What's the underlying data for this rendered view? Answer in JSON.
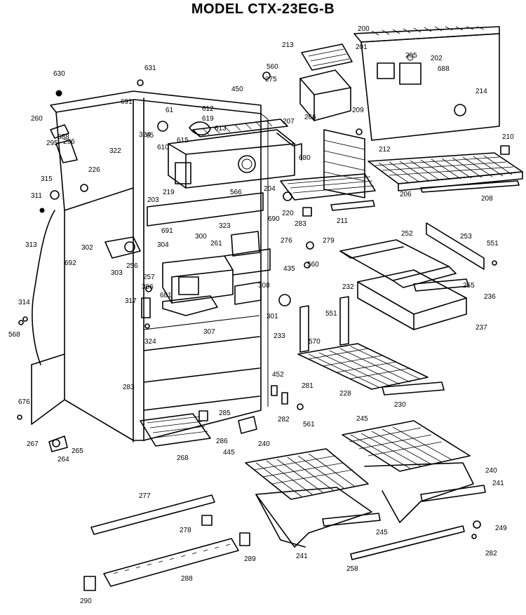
{
  "title": "MODEL CTX-23EG-B",
  "part_labels": [
    "200",
    "201",
    "205",
    "202",
    "688",
    "214",
    "213",
    "560",
    "275",
    "450",
    "266",
    "209",
    "207",
    "210",
    "212",
    "206",
    "208",
    "630",
    "631",
    "691",
    "61",
    "612",
    "619",
    "613",
    "615",
    "610",
    "65",
    "324",
    "322",
    "680",
    "260",
    "688",
    "295",
    "296",
    "226",
    "315",
    "311",
    "313",
    "314",
    "568",
    "676",
    "267",
    "219",
    "203",
    "566",
    "204",
    "220",
    "283",
    "211",
    "279",
    "276",
    "691",
    "323",
    "690",
    "300",
    "304",
    "261",
    "302",
    "692",
    "303",
    "256",
    "257",
    "306",
    "317",
    "681",
    "308",
    "435",
    "560",
    "301",
    "307",
    "324",
    "252",
    "253",
    "551",
    "255",
    "236",
    "237",
    "232",
    "233",
    "570",
    "551",
    "228",
    "230",
    "452",
    "281",
    "282",
    "561",
    "283",
    "285",
    "264",
    "265",
    "268",
    "286",
    "445",
    "245",
    "240",
    "241",
    "245",
    "240",
    "241",
    "249",
    "282",
    "258",
    "277",
    "278",
    "289",
    "288",
    "290"
  ]
}
